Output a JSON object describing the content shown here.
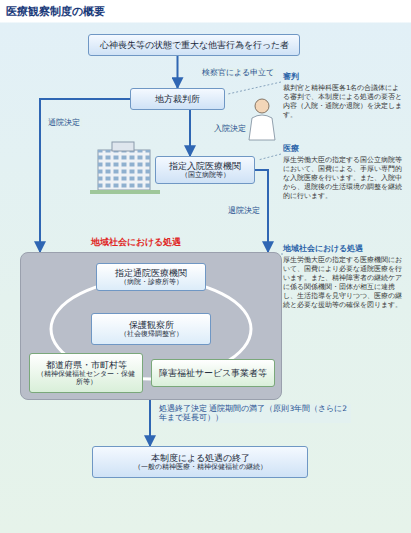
{
  "diagram": {
    "title": "医療観察制度の概要",
    "nodes": [
      {
        "text": [
          "心神喪失等の状態で重大な他害行為を行った者"
        ]
      },
      {
        "text": [
          "地方裁判所"
        ]
      },
      {
        "text": [
          "指定入院医療機関",
          "（国立病院等）"
        ]
      },
      {
        "text": [
          "地域社会における処遇"
        ]
      },
      {
        "text": [
          "指定通院医療機関",
          "（病院・診療所等）"
        ],
        "in": 3
      },
      {
        "text": [
          "保護観察所",
          "（社会復帰調整官）"
        ],
        "in": 3
      },
      {
        "text": [
          "都道府県・市町村等",
          "（精神保健福祉センター・保健所等）"
        ],
        "in": 3
      },
      {
        "text": [
          "障害福祉サービス事業者等"
        ],
        "in": 3
      },
      {
        "text": [
          "本制度による処遇の終了",
          "（一般の精神医療・精神保健福祉の継続）"
        ]
      }
    ],
    "edges": [
      {
        "from": 0,
        "to": 1,
        "label": "検察官による申立て",
        "arrow": "to"
      },
      {
        "from": 1,
        "to": 2,
        "label": "入院決定",
        "arrow": "to"
      },
      {
        "from": 1,
        "to": 3,
        "label": "通院決定",
        "arrow": "to"
      },
      {
        "from": 2,
        "to": 3,
        "label": "退院決定",
        "arrow": "to"
      },
      {
        "from": 3,
        "to": 8,
        "label": "処遇終了決定 通院期間の満了（原則3年間（さらに2年まで延長可））",
        "arrow": "to"
      }
    ],
    "labels": [
      "審判",
      "裁判官と精神科医各1名の合議体による審判で、本制度による処遇の要否と内容（入院・通院か退院）を決定します。",
      "医療",
      "厚生労働大臣の指定する国公立病院等において、国費による、手厚い専門的な入院医療を行います。また、入院中から、退院後の生活環境の調整を継続的に行います。",
      "地域社会における処遇",
      "厚生労働大臣の指定する医療機関において、国費により必要な通院医療を行います。また、精神障害者の継続ケアに係る関係機関・団体が相互に連携し、生活指導を見守りつつ、医療の継続と必要な援助等の確保を図ります。"
    ]
  }
}
